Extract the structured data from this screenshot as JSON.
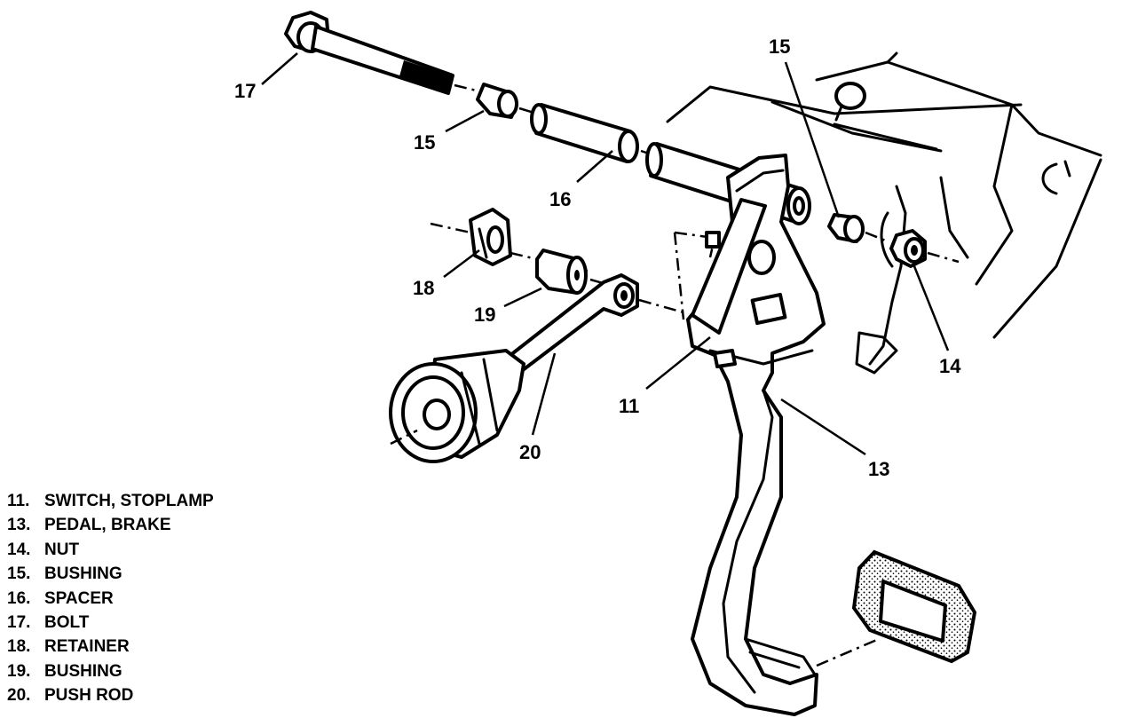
{
  "callouts": {
    "c17": "17",
    "c15a": "15",
    "c15b": "15",
    "c16": "16",
    "c18": "18",
    "c19": "19",
    "c20": "20",
    "c11": "11",
    "c13": "13",
    "c14": "14"
  },
  "legend": [
    {
      "num": "11.",
      "label": "SWITCH, STOPLAMP"
    },
    {
      "num": "13.",
      "label": "PEDAL, BRAKE"
    },
    {
      "num": "14.",
      "label": "NUT"
    },
    {
      "num": "15.",
      "label": "BUSHING"
    },
    {
      "num": "16.",
      "label": "SPACER"
    },
    {
      "num": "17.",
      "label": "BOLT"
    },
    {
      "num": "18.",
      "label": "RETAINER"
    },
    {
      "num": "19.",
      "label": "BUSHING"
    },
    {
      "num": "20.",
      "label": "PUSH ROD"
    }
  ]
}
